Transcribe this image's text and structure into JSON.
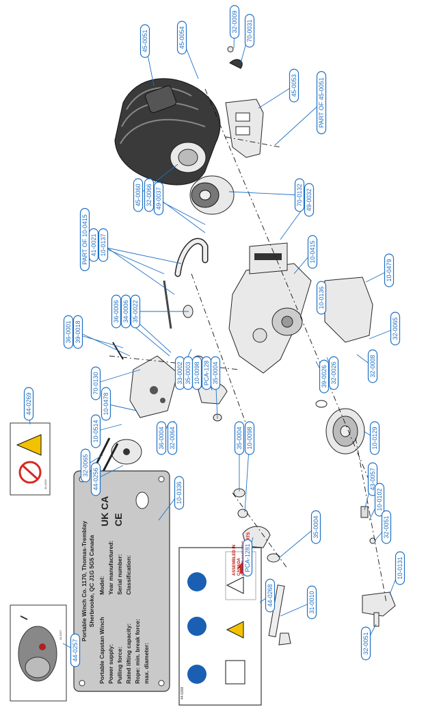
{
  "callouts": [
    {
      "id": "c-45-0051",
      "text": "45-0051"
    },
    {
      "id": "c-45-0054",
      "text": "45-0054"
    },
    {
      "id": "c-32-0009",
      "text": "32-0009"
    },
    {
      "id": "c-70-0031",
      "text": "70-0031"
    },
    {
      "id": "c-45-0053",
      "text": "45-0053"
    },
    {
      "id": "c-part-45-0051",
      "text": "PART OF 45-0051"
    },
    {
      "id": "c-70-0132",
      "text": "70-0132"
    },
    {
      "id": "c-49-0032",
      "text": "49-0032"
    },
    {
      "id": "c-45-0060",
      "text": "45-0060"
    },
    {
      "id": "c-32-0066",
      "text": "32-0066"
    },
    {
      "id": "c-49-0037",
      "text": "49-0037"
    },
    {
      "id": "c-part-10-0415",
      "text": "PART OF 10-0415"
    },
    {
      "id": "c-41-0021",
      "text": "41-0021"
    },
    {
      "id": "c-10-0137",
      "text": "10-0137"
    },
    {
      "id": "c-10-0415",
      "text": "10-0415"
    },
    {
      "id": "c-10-0479",
      "text": "10-0479"
    },
    {
      "id": "c-10-0136",
      "text": "10-0136"
    },
    {
      "id": "c-36-0006",
      "text": "36-0006"
    },
    {
      "id": "c-34-0006",
      "text": "34-0006"
    },
    {
      "id": "c-35-0022",
      "text": "35-0022"
    },
    {
      "id": "c-36-0001",
      "text": "36-0001"
    },
    {
      "id": "c-39-0018",
      "text": "39-0018"
    },
    {
      "id": "c-33-0002",
      "text": "33-0002"
    },
    {
      "id": "c-35-0003",
      "text": "35-0003"
    },
    {
      "id": "c-10-0098-a",
      "text": "10-0098"
    },
    {
      "id": "c-pca-128",
      "text": "PCA-128"
    },
    {
      "id": "c-35-0004-a",
      "text": "35-0004"
    },
    {
      "id": "c-32-0065",
      "text": "32-0065"
    },
    {
      "id": "c-32-0008",
      "text": "32-0008"
    },
    {
      "id": "c-39-0026",
      "text": "39-0026"
    },
    {
      "id": "c-32-0026",
      "text": "32-0026"
    },
    {
      "id": "c-70-0130",
      "text": "70-0130"
    },
    {
      "id": "c-10-0478",
      "text": "10-0478"
    },
    {
      "id": "c-10-0514",
      "text": "10-0514"
    },
    {
      "id": "c-36-0004",
      "text": "36-0004"
    },
    {
      "id": "c-32-0064",
      "text": "32-0064"
    },
    {
      "id": "c-10-0129",
      "text": "10-0129"
    },
    {
      "id": "c-43-0057",
      "text": "43-0057"
    },
    {
      "id": "c-10-0102",
      "text": "10-0102"
    },
    {
      "id": "c-32-0051-a",
      "text": "32-0051"
    },
    {
      "id": "c-32-0065-b",
      "text": "32-0065"
    },
    {
      "id": "c-44-0256",
      "text": "44-0256"
    },
    {
      "id": "c-35-0004-b",
      "text": "35-0004"
    },
    {
      "id": "c-10-0098-b",
      "text": "10-0098"
    },
    {
      "id": "c-pca-1281",
      "text": "PCA-1281"
    },
    {
      "id": "c-35-0004-c",
      "text": "35-0004"
    },
    {
      "id": "c-31-0010",
      "text": "31-0010"
    },
    {
      "id": "c-10-0131",
      "text": "10-0131"
    },
    {
      "id": "c-32-0051-b",
      "text": "32-0051"
    },
    {
      "id": "c-44-0269",
      "text": "44-0269"
    },
    {
      "id": "c-10-0336",
      "text": "10-0336"
    },
    {
      "id": "c-44-0257",
      "text": "44-0257"
    },
    {
      "id": "c-44-0268",
      "text": "44-0268"
    }
  ],
  "plate": {
    "company_line1": "Portable Winch Co. 1170, Thomas-Tremblay",
    "company_line2": "Sherbrooke, QC J1G 5G5 Canada",
    "row1_label": "Portable Capstan Winch",
    "row1_value": "Model:",
    "row2_label": "Power supply:",
    "row2_value": "Year manufactured:",
    "row3_label": "Pulling force:",
    "row3_value": "Serial number:",
    "row4_label": "Rated lifting capacity:",
    "row4_value": "Classification:",
    "row5_label": "Rope: min. break force:",
    "row6_label": "max. diameter:",
    "mark_ukca": "UK CA",
    "mark_ce": "CE"
  },
  "labels": {
    "sticker_44_0269_code": "44-0269",
    "sticker_44_0257_code": "44-0257",
    "sticker_44_0268_code": "44-0268",
    "assembled_line1": "ASSEMBLED IN",
    "assembled_line2": "CANADA",
    "assembled_line3": "FROM DOMESTIC",
    "assembled_line4": "AND FOREIGN PARTS"
  },
  "colors": {
    "callout_blue": "#1d6fc4",
    "canada_red": "#d42a1f",
    "warning_yellow": "#f2c200",
    "safety_blue": "#1a5fb4"
  }
}
